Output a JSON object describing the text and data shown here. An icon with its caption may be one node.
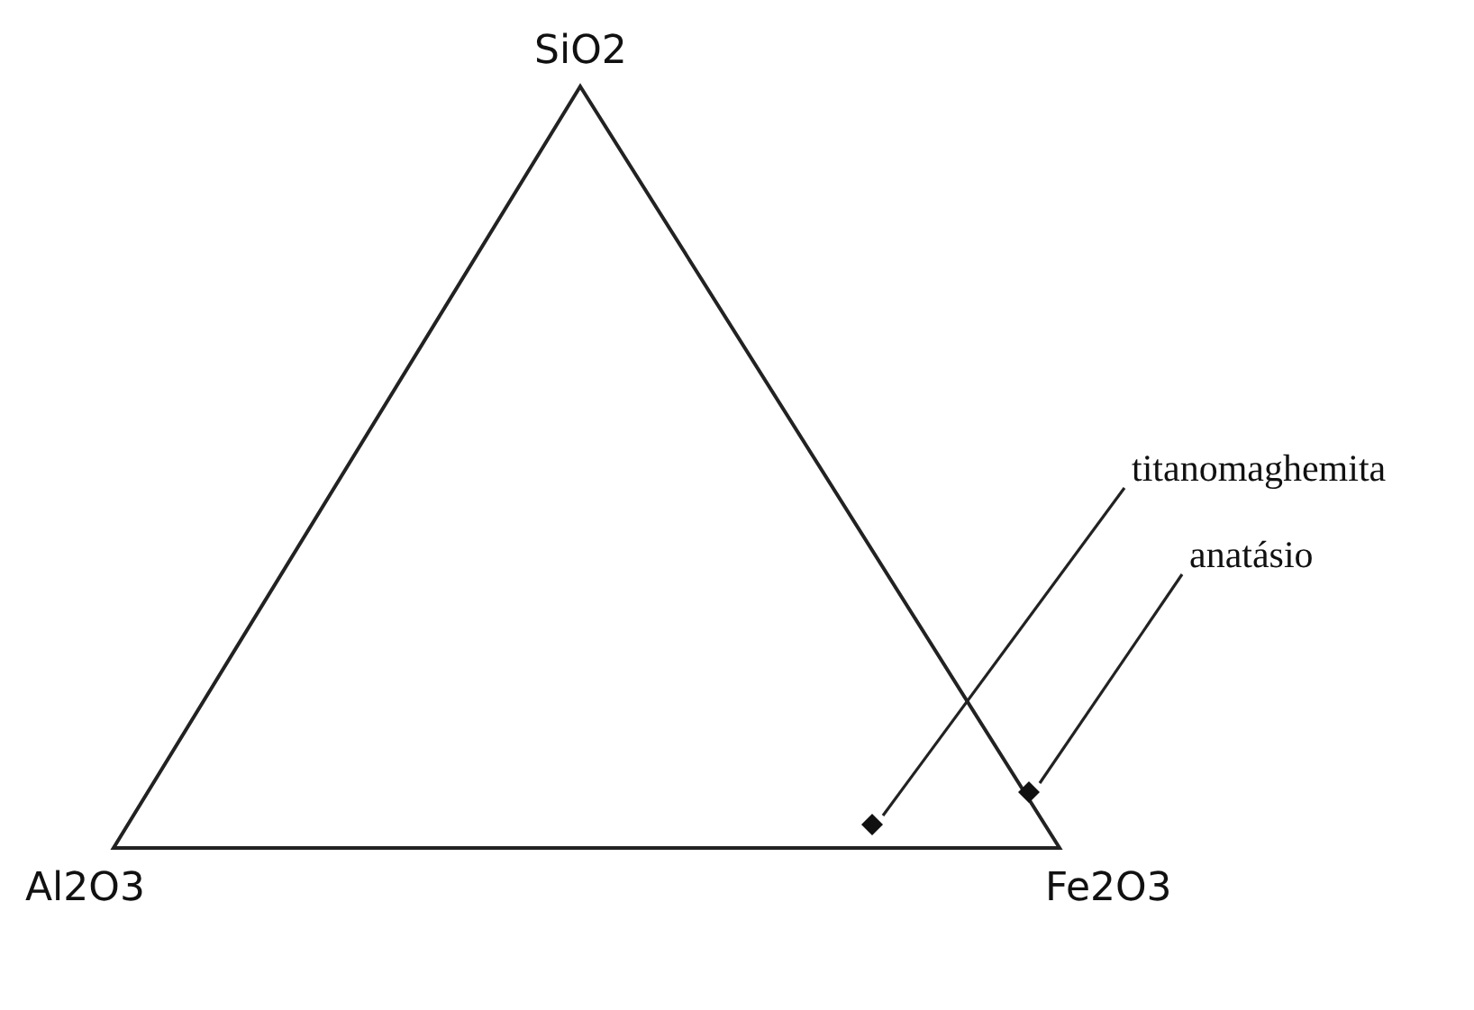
{
  "diagram": {
    "nodes": [
      {
        "text": [
          "titanomaghemita"
        ]
      },
      {
        "text": [],
        "shape": "diamond"
      },
      {
        "text": [
          "anatásio"
        ]
      },
      {
        "text": [],
        "shape": "diamond"
      }
    ],
    "edges": [
      {
        "from": 0,
        "to": 1,
        "arrow": "none"
      },
      {
        "from": 2,
        "to": 3,
        "arrow": "none"
      }
    ],
    "labels": [
      "SiO2",
      "Al2O3",
      "Fe2O3"
    ]
  }
}
